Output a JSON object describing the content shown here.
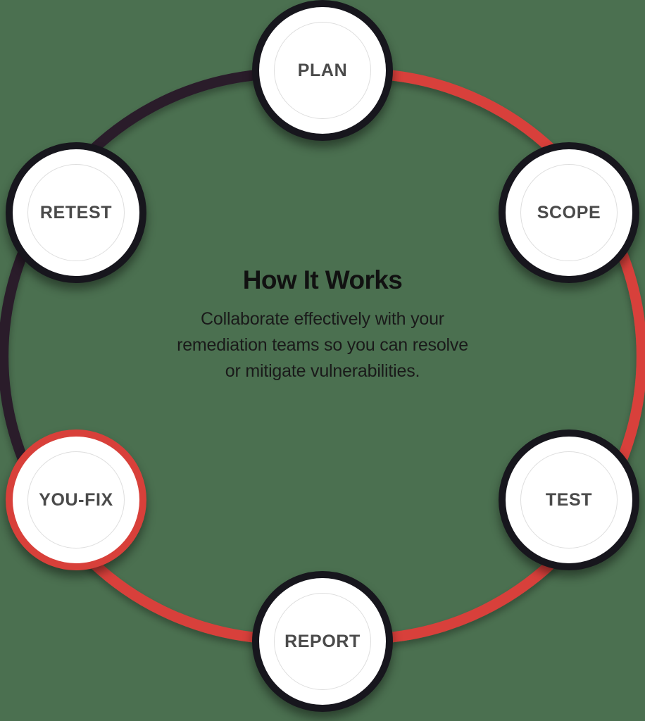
{
  "diagram": {
    "type": "cycle",
    "title": "How It Works",
    "description": "Collaborate effectively with your remediation teams so you can resolve or mitigate vulnerabilities.",
    "description_lines": [
      "Collaborate effectively with your",
      "remediation teams so you can resolve",
      "or mitigate vulnerabilities."
    ],
    "colors": {
      "background": "#4B7050",
      "arc_dark": "#2A1E2C",
      "arc_accent": "#D8403A",
      "node_fill": "#FFFFFF",
      "node_ring_dark": "#17161D",
      "node_ring_accent": "#D8403A",
      "node_inner_ring": "#DEDEDE",
      "node_label": "#4A4A4A",
      "title": "#111111",
      "description": "#1A1A1A"
    },
    "nodes": [
      {
        "id": "plan",
        "label": "PLAN",
        "position": "top",
        "ring": "dark",
        "order": 1
      },
      {
        "id": "scope",
        "label": "SCOPE",
        "position": "upper-right",
        "ring": "dark",
        "order": 2
      },
      {
        "id": "test",
        "label": "TEST",
        "position": "lower-right",
        "ring": "dark",
        "order": 3
      },
      {
        "id": "report",
        "label": "REPORT",
        "position": "bottom",
        "ring": "dark",
        "order": 4
      },
      {
        "id": "you-fix",
        "label": "YOU-FIX",
        "position": "lower-left",
        "ring": "accent",
        "order": 5
      },
      {
        "id": "retest",
        "label": "RETEST",
        "position": "upper-left",
        "ring": "dark",
        "order": 6
      }
    ],
    "arcs": [
      {
        "id": "arc-plan-scope",
        "from": "plan",
        "to": "scope",
        "color": "accent"
      },
      {
        "id": "arc-scope-test",
        "from": "scope",
        "to": "test",
        "color": "accent"
      },
      {
        "id": "arc-test-report",
        "from": "test",
        "to": "report",
        "color": "accent"
      },
      {
        "id": "arc-report-you-fix",
        "from": "report",
        "to": "you-fix",
        "color": "accent"
      },
      {
        "id": "arc-you-fix-retest",
        "from": "you-fix",
        "to": "retest",
        "color": "dark"
      },
      {
        "id": "arc-retest-plan",
        "from": "retest",
        "to": "plan",
        "color": "dark"
      }
    ]
  }
}
